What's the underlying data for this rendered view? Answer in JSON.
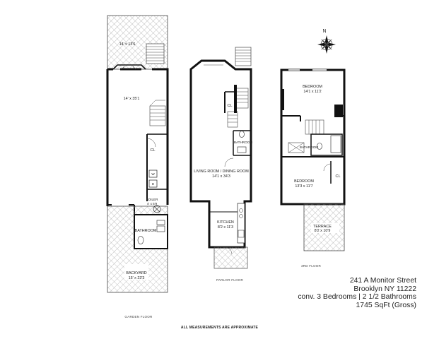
{
  "garden_floor": {
    "rooms": [
      {
        "name": "",
        "dims": "14' x 13'6"
      },
      {
        "name": "",
        "dims": "14' x 35'1"
      },
      {
        "name": "CL",
        "dims": ""
      },
      {
        "name": "W",
        "dims": ""
      },
      {
        "name": "D",
        "dims": ""
      },
      {
        "name": "BOILER",
        "dims": "4' x 5'9"
      },
      {
        "name": "BATHROOM",
        "dims": ""
      },
      {
        "name": "BACKYARD",
        "dims": "15' x 23'3"
      }
    ],
    "label": "GARDEN FLOOR"
  },
  "parlor_floor": {
    "rooms": [
      {
        "name": "CL",
        "dims": ""
      },
      {
        "name": "BATHROOM",
        "dims": ""
      },
      {
        "name": "LIVING ROOM / DINING ROOM",
        "dims": "14'1 x 34'3"
      },
      {
        "name": "KITCHEN",
        "dims": "8'2 x 11'3"
      }
    ],
    "label": "PARLOR FLOOR"
  },
  "third_floor": {
    "rooms": [
      {
        "name": "BEDROOM",
        "dims": "14'1 x 11'2"
      },
      {
        "name": "BATHROOM",
        "dims": ""
      },
      {
        "name": "BEDROOM",
        "dims": "13'3 x 11'7"
      },
      {
        "name": "CL",
        "dims": ""
      },
      {
        "name": "TERRACE",
        "dims": "8'2 x 10'9"
      }
    ],
    "label": "3RD FLOOR"
  },
  "compass": {
    "north": "N"
  },
  "property": {
    "address": "241 A Monitor Street",
    "city": "Brooklyn NY 11222",
    "summary": "conv. 3 Bedrooms | 2 1/2 Bathrooms",
    "area": "1745 SqFt (Gross)"
  },
  "footer": "ALL MEASUREMENTS ARE APPROXIMATE",
  "colors": {
    "wall": "#111111",
    "line": "#444444",
    "hatch": "#9a9a9a",
    "background": "#ffffff"
  }
}
